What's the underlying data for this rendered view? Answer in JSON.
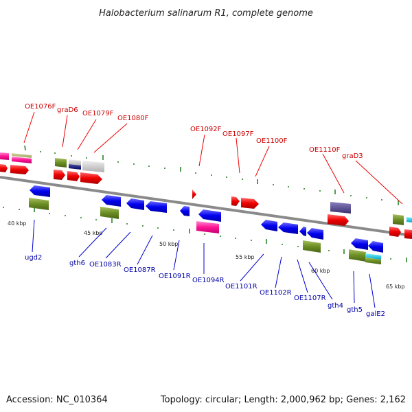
{
  "title": "Halobacterium salinarum R1, complete genome",
  "footer": {
    "accession": "Accession: NC_010364",
    "info": "Topology: circular; Length: 2,000,962 bp; Genes: 2,162"
  },
  "colors": {
    "forward_label": "#cc0000",
    "reverse_label": "#0000aa",
    "backbone": "#8a8a8a",
    "tick": "#1a7a1a"
  },
  "ticks": [
    "40 kbp",
    "45 kbp",
    "50 kbp",
    "55 kbp",
    "60 kbp",
    "65 kbp"
  ],
  "forward_labels": [
    "OE1076F",
    "graD6",
    "OE1079F",
    "OE1080F",
    "OE1092F",
    "OE1097F",
    "OE1100F",
    "OE1110F",
    "graD3"
  ],
  "reverse_labels": [
    "ugd2",
    "gth6",
    "OE1083R",
    "OE1087R",
    "OE1091R",
    "OE1094R",
    "OE1101R",
    "OE1102R",
    "OE1107R",
    "gth4",
    "gth5",
    "galE2"
  ]
}
